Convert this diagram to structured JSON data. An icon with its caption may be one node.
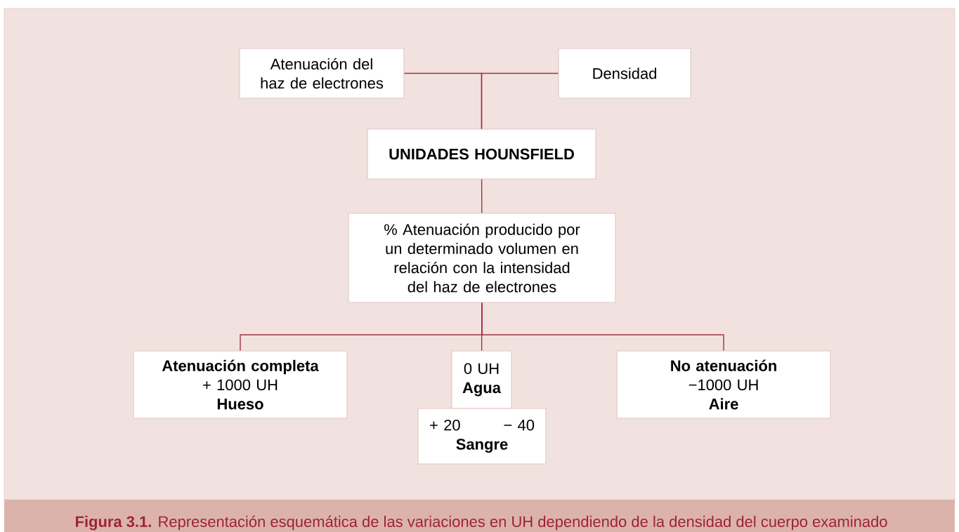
{
  "diagram": {
    "caption": "**Figura 3.1.** Representación esquemática de las variaciones en UH dependiendo de la densidad del cuerpo examinado",
    "nodes": [
      {
        "text": [
          "Atenuación del haz de electrones"
        ]
      },
      {
        "text": [
          "Densidad"
        ]
      },
      {
        "text": [
          "UNIDADES HOUNSFIELD"
        ]
      },
      {
        "text": [
          "% Atenuación producido por un determinado volumen en relación con la intensidad del haz de electrones"
        ]
      },
      {
        "text": [
          "Atenuación completa",
          "+ 1000 UH",
          "Hueso"
        ]
      },
      {
        "text": [
          "0 UH",
          "Agua"
        ]
      },
      {
        "text": [
          "+ 20",
          "− 40",
          "Sangre"
        ]
      },
      {
        "text": [
          "No atenuación",
          "−1000 UH",
          "Aire"
        ]
      }
    ],
    "edges": [
      {
        "from": 0,
        "to": 2,
        "arrow": "none"
      },
      {
        "from": 1,
        "to": 2,
        "arrow": "none"
      },
      {
        "from": 2,
        "to": 3,
        "arrow": "none"
      },
      {
        "from": 3,
        "to": 4,
        "arrow": "none"
      },
      {
        "from": 3,
        "to": 5,
        "arrow": "none"
      },
      {
        "from": 3,
        "to": 7,
        "arrow": "none"
      }
    ]
  }
}
